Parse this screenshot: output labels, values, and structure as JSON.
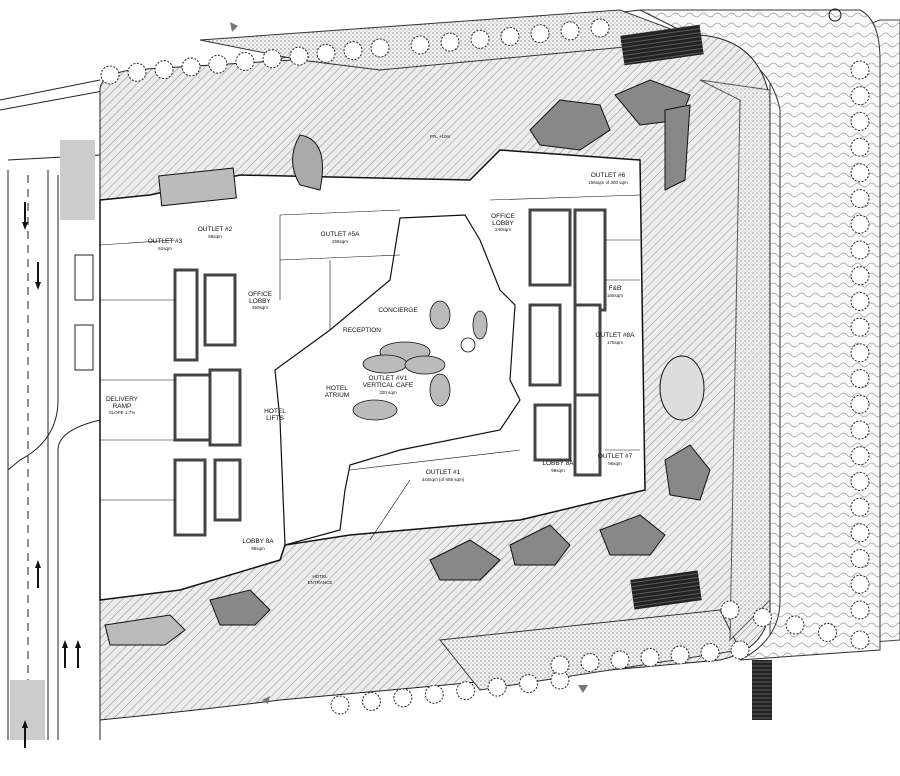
{
  "plan": {
    "spaces": [
      {
        "id": "outlet-5a",
        "name": "OUTLET #5A",
        "area": "258sqm"
      },
      {
        "id": "outlet-v1",
        "name": "OUTLET #V1",
        "sub": "VERTICAL CAFE",
        "area": "320 sqm"
      },
      {
        "id": "hotel-atrium",
        "name": "HOTEL",
        "sub": "ATRIUM"
      },
      {
        "id": "concierge",
        "name": "CONCIERGE"
      },
      {
        "id": "reception",
        "name": "RECEPTION"
      },
      {
        "id": "hotel-lifts",
        "name": "HOTEL",
        "sub": "LIFTS"
      },
      {
        "id": "office-lobby-east",
        "name": "OFFICE",
        "sub": "LOBBY",
        "area": "240sqm"
      },
      {
        "id": "office-lobby-west",
        "name": "OFFICE",
        "sub": "LOBBY",
        "area": "360sqm"
      },
      {
        "id": "outlet-6",
        "name": "OUTLET #6",
        "area": "156sqm of 300 sqm"
      },
      {
        "id": "fnb",
        "name": "F&B",
        "area": "165sqm"
      },
      {
        "id": "outlet-8a",
        "name": "OUTLET #8A",
        "area": "175sqm"
      },
      {
        "id": "outlet-7",
        "name": "OUTLET #7",
        "area": "95sqm"
      },
      {
        "id": "lobby-8a-east",
        "name": "LOBBY 8A",
        "area": "98sqm"
      },
      {
        "id": "lobby-8a-west",
        "name": "LOBBY 8A",
        "area": "96sqm"
      },
      {
        "id": "outlet-1",
        "name": "OUTLET #1",
        "area": "444sqm (of 658 sqm)"
      },
      {
        "id": "outlet-3",
        "name": "OUTLET #3",
        "area": "61sqm"
      },
      {
        "id": "outlet-2",
        "name": "OUTLET #2",
        "area": "58sqm"
      },
      {
        "id": "delivery-ramp",
        "name": "DELIVERY",
        "sub": "RAMP",
        "area": "SLOPE 1:7%"
      },
      {
        "id": "hotel-entrance",
        "name": "HOTEL",
        "sub": "ENTRANCE"
      }
    ],
    "level_tag": "FFL +10m",
    "colors": {
      "hatch": "#777777",
      "plaza": "#e4e4e4",
      "core": "#555555",
      "green": "#bdbdbd"
    }
  }
}
